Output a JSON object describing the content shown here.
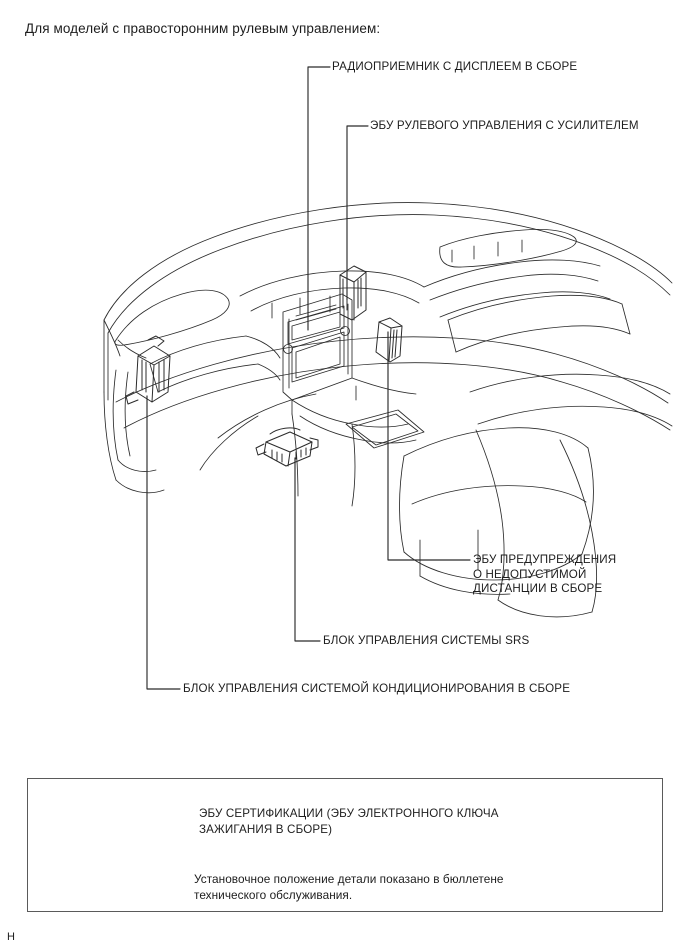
{
  "page": {
    "intro": "Для моделей с правосторонним рулевым управлением:",
    "footer_mark": "Н"
  },
  "callouts": [
    {
      "id": "radio-receiver-assembly",
      "label": "РАДИОПРИЕМНИК С ДИСПЛЕЕМ В СБОРЕ"
    },
    {
      "id": "power-steering-ecu",
      "label": "ЭБУ РУЛЕВОГО УПРАВЛЕНИЯ С УСИЛИТЕЛЕМ"
    },
    {
      "id": "distance-warning-ecu",
      "label": "ЭБУ ПРЕДУПРЕЖДЕНИЯ\nО НЕДОПУСТИМОЙ\nДИСТАНЦИИ В СБОРЕ"
    },
    {
      "id": "srs-control-unit",
      "label": "БЛОК УПРАВЛЕНИЯ СИСТЕМЫ SRS"
    },
    {
      "id": "air-conditioning-control-assembly",
      "label": "БЛОК УПРАВЛЕНИЯ СИСТЕМОЙ КОНДИЦИОНИРОВАНИЯ В СБОРЕ"
    }
  ],
  "note_box": {
    "part_label": "ЭБУ СЕРТИФИКАЦИИ (ЭБУ ЭЛЕКТРОННОГО КЛЮЧА\nЗАЖИГАНИЯ В СБОРЕ)",
    "body_text": "Установочное положение детали показано в бюллетене\nтехнического обслуживания."
  },
  "illustration": {
    "title": "Dashboard parts location line drawing",
    "line_color": "#2b2b2b",
    "fill_color": "#ffffff"
  }
}
